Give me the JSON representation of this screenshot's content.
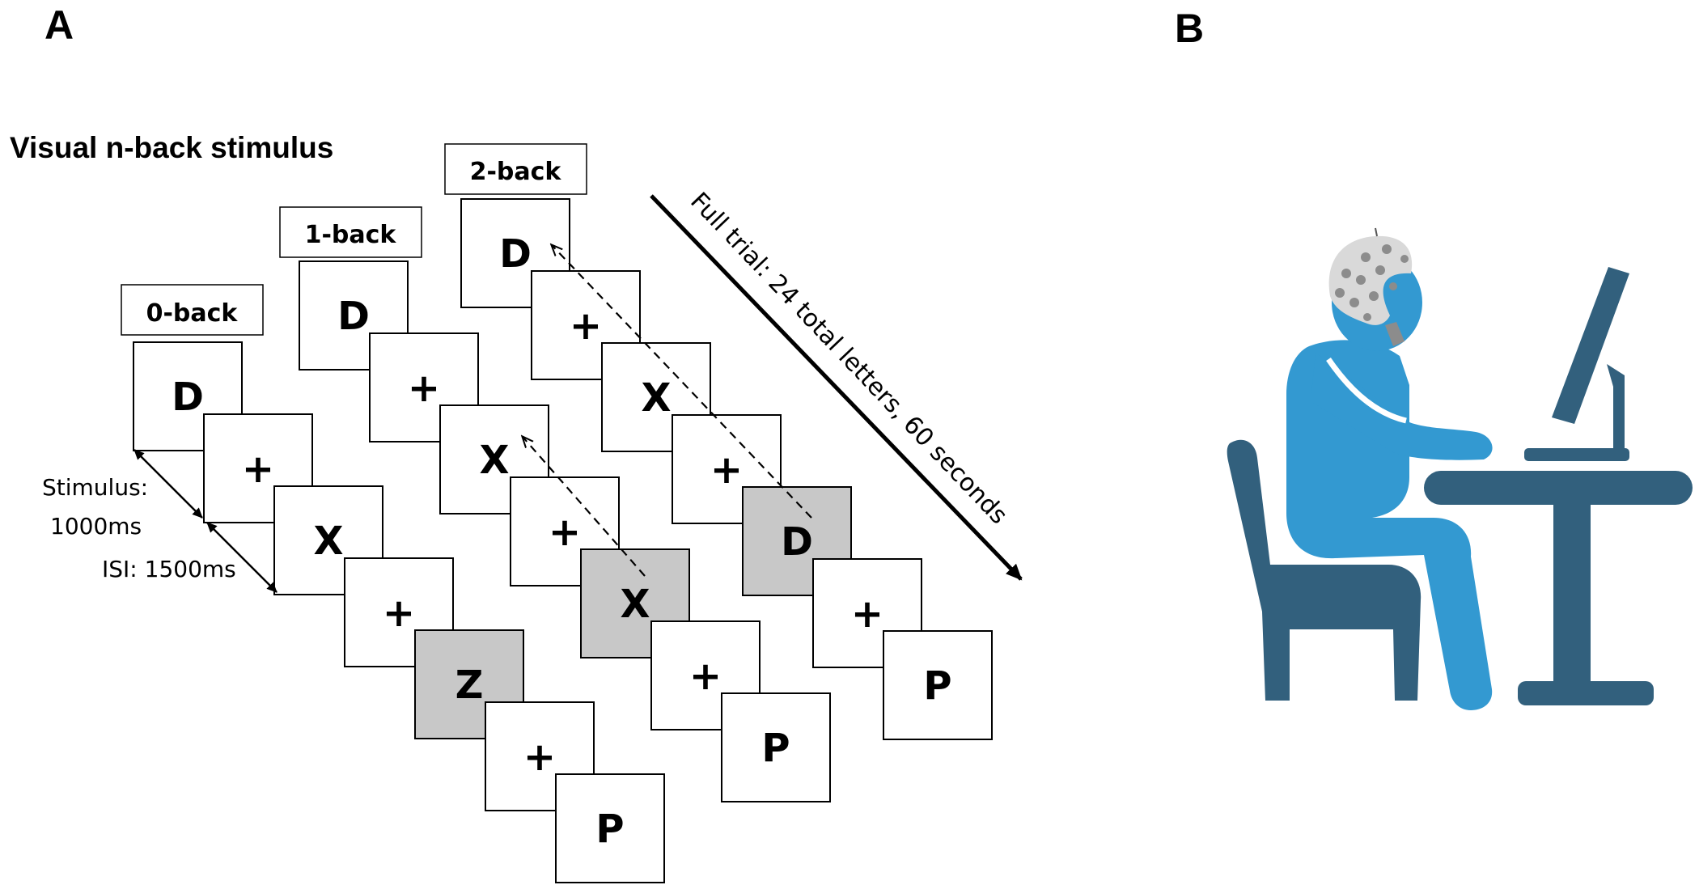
{
  "panels": {
    "a_label": "A",
    "b_label": "B"
  },
  "stimulus": {
    "title": "Visual n-back stimulus",
    "conditions": [
      {
        "label": "0-back",
        "frames": [
          "D",
          "+",
          "X",
          "+",
          "Z",
          "+",
          "P"
        ],
        "highlight": [
          4
        ]
      },
      {
        "label": "1-back",
        "frames": [
          "D",
          "+",
          "X",
          "+",
          "X",
          "+",
          "P"
        ],
        "highlight": [
          4
        ]
      },
      {
        "label": "2-back",
        "frames": [
          "D",
          "+",
          "X",
          "+",
          "D",
          "+",
          "P"
        ],
        "highlight": [
          4
        ]
      }
    ],
    "timing": {
      "stimulus_line1": "Stimulus:",
      "stimulus_line2": "1000ms",
      "isi": "ISI: 1500ms"
    },
    "full_trial": "Full trial: 24 total letters, 60 seconds"
  },
  "colors": {
    "target_fill": "#c8c8c8",
    "figure_light_blue": "#3399d1",
    "figure_dark_blue": "#32607d",
    "cap_gray": "#d9d9d9",
    "electrode_gray": "#8c8c8c"
  },
  "icons": {
    "panel_b": "person-at-computer-with-eeg-cap-icon"
  }
}
